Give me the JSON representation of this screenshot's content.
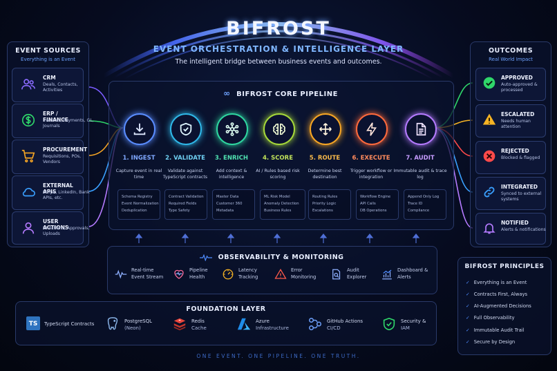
{
  "header": {
    "title": "BIFROST",
    "subtitle": "EVENT ORCHESTRATION & INTELLIGENCE LAYER",
    "tagline": "The intelligent bridge between business events and outcomes."
  },
  "event_sources": {
    "title": "EVENT SOURCES",
    "subtitle": "Everything is an Event",
    "items": [
      {
        "title": "CRM",
        "desc": "Deals, Contacts, Activities"
      },
      {
        "title": "ERP / FINANCE",
        "desc": "Invoices, Payments, GL, Journals"
      },
      {
        "title": "PROCUREMENT",
        "desc": "Requisitions, POs, Vendors"
      },
      {
        "title": "EXTERNAL APIS",
        "desc": "Stripe, LinkedIn, Bank APIs, etc."
      },
      {
        "title": "USER ACTIONS",
        "desc": "UI Actions, Approvals, Uploads"
      }
    ]
  },
  "pipeline": {
    "title": "BIFROST CORE PIPELINE",
    "title_symbol": "∞",
    "stages": [
      {
        "label": "1. INGEST",
        "desc": "Capture event in real time",
        "color": "#5a8dff",
        "items": [
          "Schema Registry",
          "Event Normalization",
          "Deduplication"
        ]
      },
      {
        "label": "2. VALIDATE",
        "desc": "Validate against TypeScript contracts",
        "color": "#2fb8e8",
        "items": [
          "Contract Validation",
          "Required Fields",
          "Type Safety"
        ]
      },
      {
        "label": "3. ENRICH",
        "desc": "Add context & intelligence",
        "color": "#2fd6a0",
        "items": [
          "Master Data",
          "Customer 360",
          "Metadata"
        ]
      },
      {
        "label": "4. SCORE",
        "desc": "AI / Rules based risk scoring",
        "color": "#a6d83a",
        "items": [
          "ML Risk Model",
          "Anomaly Detection",
          "Business Rules"
        ]
      },
      {
        "label": "5. ROUTE",
        "desc": "Determine best destination",
        "color": "#f6a524",
        "items": [
          "Routing Rules",
          "Priority Logic",
          "Escalations"
        ]
      },
      {
        "label": "6. EXECUTE",
        "desc": "Trigger workflow or integration",
        "color": "#ff6a3c",
        "items": [
          "Workflow Engine",
          "API Calls",
          "DB Operations"
        ]
      },
      {
        "label": "7. AUDIT",
        "desc": "Immutable audit & trace log",
        "color": "#b57bff",
        "items": [
          "Append Only Log",
          "Trace ID",
          "Compliance"
        ]
      }
    ]
  },
  "outcomes": {
    "title": "OUTCOMES",
    "subtitle": "Real World Impact",
    "items": [
      {
        "title": "APPROVED",
        "desc": "Auto-approved & processed",
        "color": "#2fd66a"
      },
      {
        "title": "ESCALATED",
        "desc": "Needs human attention",
        "color": "#f6b324"
      },
      {
        "title": "REJECTED",
        "desc": "Blocked & flagged",
        "color": "#ff4a4a"
      },
      {
        "title": "INTEGRATED",
        "desc": "Synced to external systems",
        "color": "#3aa0ff"
      },
      {
        "title": "NOTIFIED",
        "desc": "Alerts & notifications",
        "color": "#b57bff"
      }
    ]
  },
  "observability": {
    "title": "OBSERVABILITY & MONITORING",
    "items": [
      {
        "line1": "Real-time",
        "line2": "Event Stream"
      },
      {
        "line1": "Pipeline",
        "line2": "Health"
      },
      {
        "line1": "Latency",
        "line2": "Tracking"
      },
      {
        "line1": "Error",
        "line2": "Monitoring"
      },
      {
        "line1": "Audit",
        "line2": "Explorer"
      },
      {
        "line1": "Dashboard &",
        "line2": "Alerts"
      }
    ]
  },
  "foundation": {
    "title": "FOUNDATION LAYER",
    "ts_badge": "TS",
    "items": [
      {
        "line1": "TypeScript Contracts",
        "line2": ""
      },
      {
        "line1": "PostgreSQL",
        "line2": "(Neon)"
      },
      {
        "line1": "Redis",
        "line2": "Cache"
      },
      {
        "line1": "Azure",
        "line2": "Infrastructure"
      },
      {
        "line1": "GitHub Actions",
        "line2": "CI/CD"
      },
      {
        "line1": "Security &",
        "line2": "IAM"
      }
    ]
  },
  "principles": {
    "title": "BIFROST PRINCIPLES",
    "check": "✓",
    "items": [
      "Everything is an Event",
      "Contracts First, Always",
      "AI-Augmented Decisions",
      "Full Observability",
      "Immutable Audit Trail",
      "Secure by Design"
    ]
  },
  "footer": "ONE EVENT. ONE PIPELINE. ONE TRUTH."
}
